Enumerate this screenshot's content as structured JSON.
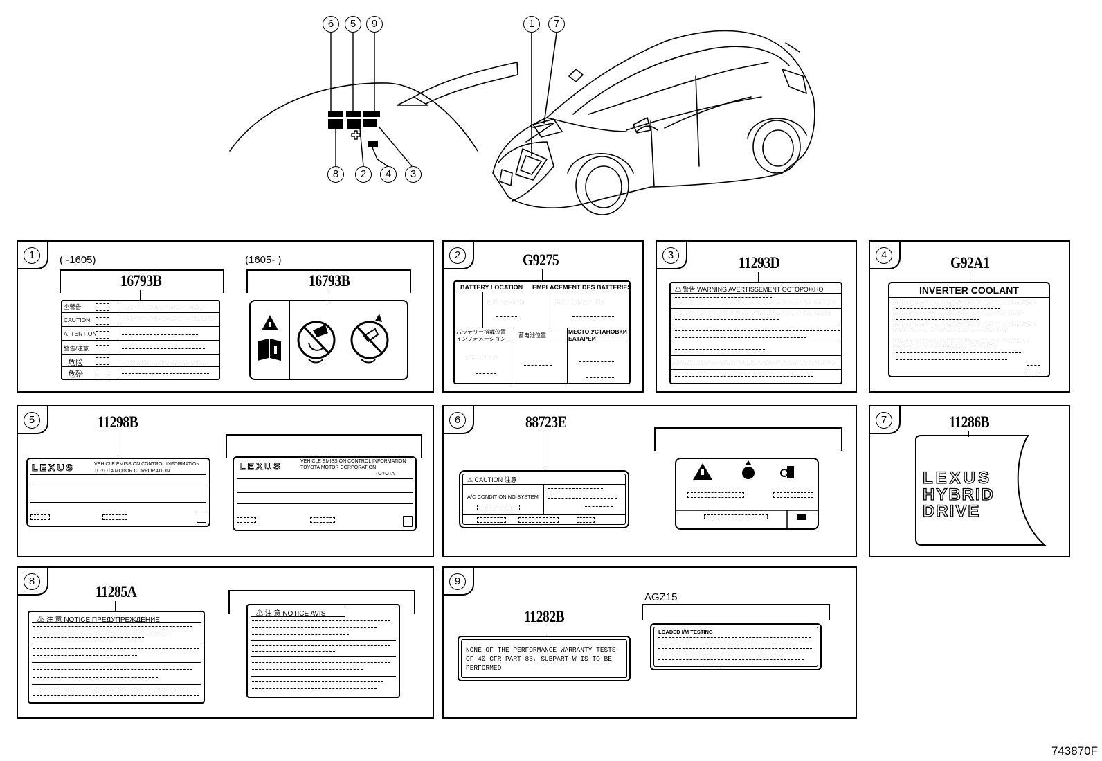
{
  "diagram_id": "743870F",
  "overview": {
    "callouts_top": [
      "6",
      "5",
      "9",
      "1",
      "7"
    ],
    "callouts_bottom": [
      "8",
      "2",
      "4",
      "3"
    ]
  },
  "panels": [
    {
      "no": "1",
      "range_a": "(      -1605)",
      "range_b": "(1605-      )",
      "part_a": "16793B",
      "part_b": "16793B",
      "rows": [
        "⚠警告",
        "CAUTION",
        "ATTENTION",
        "警告/注意",
        "危险",
        "危殆"
      ]
    },
    {
      "no": "2",
      "part": "G9275",
      "head_left": "BATTERY LOCATION",
      "head_right": "EMPLACEMENT DES BATTERIES",
      "mid_a": "バッテリー搭載位置 インフォメーション",
      "mid_b": "蓄电池位置",
      "mid_c": "МЕСТО УСТАНОВКИ БАТАРЕИ"
    },
    {
      "no": "3",
      "part": "11293D",
      "head": "⚠ 警告 WARNING AVERTISSEMENT ОСТОРОЖНО"
    },
    {
      "no": "4",
      "part": "G92A1",
      "head": "INVERTER COOLANT"
    },
    {
      "no": "5",
      "part": "11298B",
      "brand": "LEXUS",
      "line1": "VEHICLE EMISSION CONTROL INFORMATION",
      "line2": "TOYOTA MOTOR CORPORATION",
      "line3": "TOYOTA"
    },
    {
      "no": "6",
      "part": "88723E",
      "head": "⚠ CAUTION 注意",
      "body": "A/C CONDITIONING SYSTEM"
    },
    {
      "no": "7",
      "part": "11286B",
      "brand": "LEXUS",
      "word2": "HYBRID",
      "word3": "DRIVE"
    },
    {
      "no": "8",
      "part": "11285A",
      "head_a": "⚠ 注 意  NOTICE  ПРЕДУПРЕЖДЕНИЕ",
      "head_b": "⚠ 注 意 NOTICE  AVIS"
    },
    {
      "no": "9",
      "part": "11282B",
      "range": "AGZ15",
      "text": "NONE OF THE PERFORMANCE WARRANTY TESTS OF 40 CFR PART 85, SUBPART W IS TO BE PERFORMED",
      "head_b": "LOADED I/M TESTING"
    }
  ]
}
